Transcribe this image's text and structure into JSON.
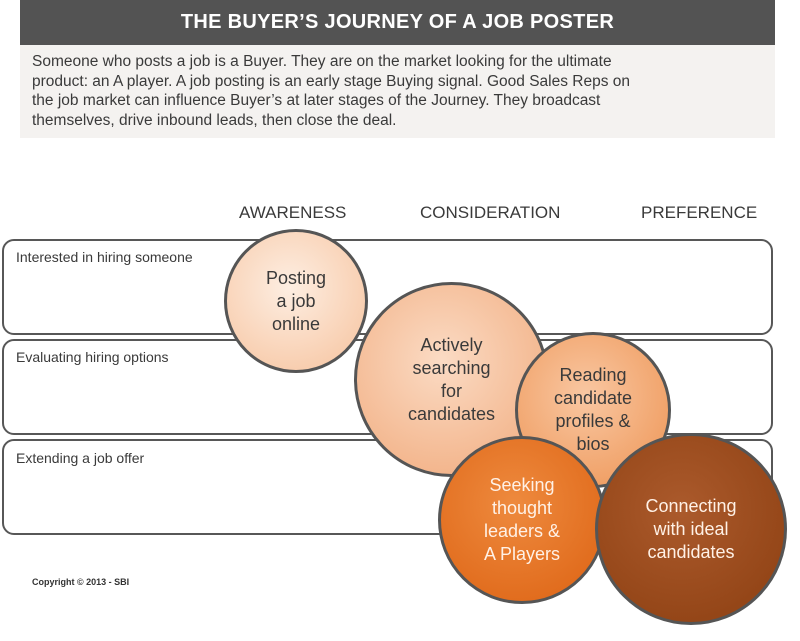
{
  "title": "THE BUYER’S JOURNEY OF A JOB POSTER",
  "intro": [
    "Someone who posts a job is a Buyer.  They are on the market looking for the ultimate",
    "product: an A player. A job posting is an early stage Buying signal. Good Sales Reps on",
    "the job market can influence Buyer’s at later stages of the Journey.  They broadcast",
    "themselves, drive inbound leads, then close the deal."
  ],
  "stages": [
    "AWARENESS",
    "CONSIDERATION",
    "PREFERENCE"
  ],
  "lanes": [
    "Interested in hiring someone",
    "Evaluating hiring options",
    "Extending a job offer"
  ],
  "circles": [
    {
      "lines": [
        "Posting",
        "a job",
        "online"
      ]
    },
    {
      "lines": [
        "Actively",
        "searching",
        "for",
        "candidates"
      ]
    },
    {
      "lines": [
        "Reading",
        "candidate",
        "profiles &",
        "bios"
      ]
    },
    {
      "lines": [
        "Seeking",
        "thought",
        "leaders &",
        "A Players"
      ]
    },
    {
      "lines": [
        "Connecting",
        "with ideal",
        "candidates"
      ]
    }
  ],
  "copyright": "Copyright © 2013 - SBI",
  "colors": {
    "title_bar": "#535353",
    "intro_bg": "#f4f2f0",
    "circle_1": "#f8cdae",
    "circle_2": "#f3b58c",
    "circle_3": "#f0a066",
    "circle_4": "#e06a1b",
    "circle_5": "#924416"
  }
}
